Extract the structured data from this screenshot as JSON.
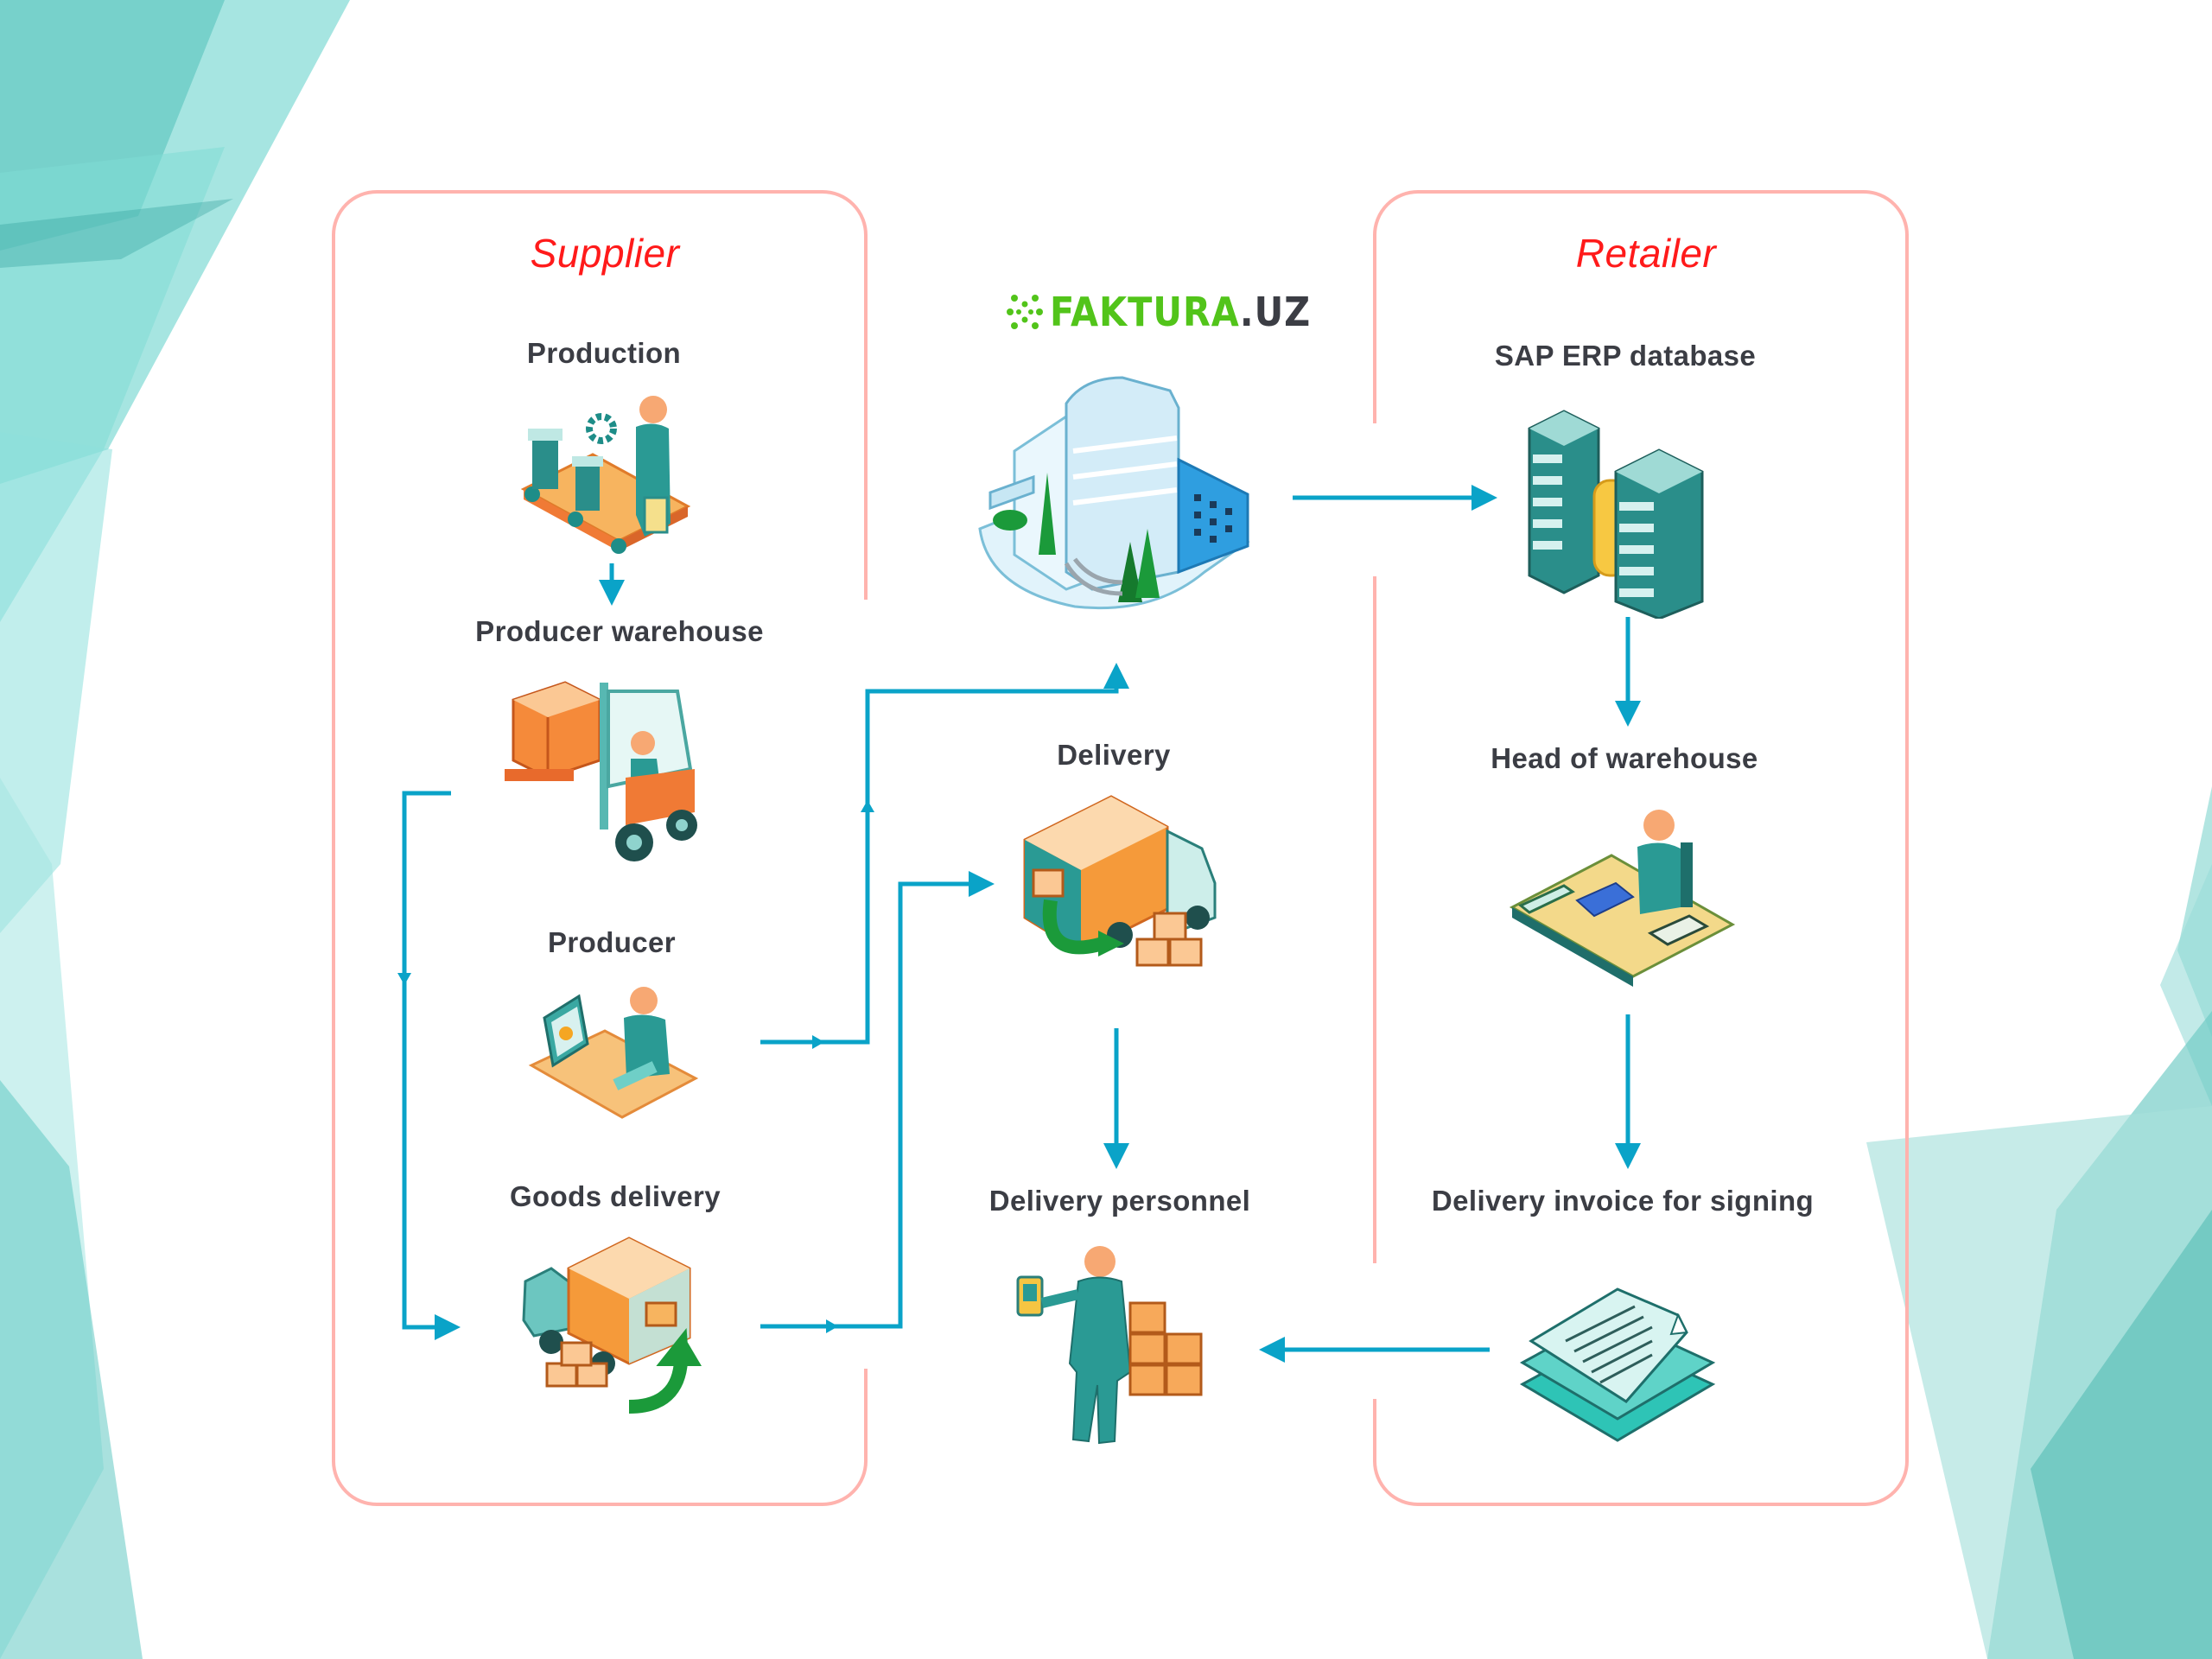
{
  "colors": {
    "panel_border": "#ffb3ae",
    "panel_title": "#ff1a1a",
    "label_text": "#3b3d44",
    "arrow": "#0aa3c8",
    "logo_green": "#52c41a",
    "logo_dark": "#3b3d44",
    "background_accent": "#5ccfc9"
  },
  "logo": {
    "brand": "FAKTURA",
    "suffix": ".UZ",
    "icon": "dot-cluster-icon"
  },
  "supplier": {
    "title": "Supplier",
    "steps": [
      {
        "label": "Production",
        "icon": "conveyor-worker-icon"
      },
      {
        "label": "Producer warehouse",
        "icon": "forklift-icon"
      },
      {
        "label": "Producer",
        "icon": "desk-computer-worker-icon"
      },
      {
        "label": "Goods delivery",
        "icon": "truck-loading-icon"
      }
    ]
  },
  "center": {
    "platform": {
      "label": "FAKTURA.UZ",
      "icon": "office-building-icon"
    },
    "steps": [
      {
        "label": "Delivery",
        "icon": "truck-unloading-icon"
      },
      {
        "label": "Delivery personnel",
        "icon": "courier-with-boxes-icon"
      }
    ]
  },
  "retailer": {
    "title": "Retailer",
    "steps": [
      {
        "label": "SAP ERP database",
        "icon": "server-database-icon"
      },
      {
        "label": "Head of warehouse",
        "icon": "desk-calculator-worker-icon"
      },
      {
        "label": "Delivery invoice for signing",
        "icon": "document-stack-icon"
      }
    ]
  },
  "flows": [
    {
      "from": "Production",
      "to": "Producer warehouse"
    },
    {
      "from": "Producer warehouse",
      "to": "Goods delivery"
    },
    {
      "from": "Producer",
      "to": "FAKTURA.UZ"
    },
    {
      "from": "Goods delivery",
      "to": "Delivery"
    },
    {
      "from": "FAKTURA.UZ",
      "to": "SAP ERP database"
    },
    {
      "from": "SAP ERP database",
      "to": "Head of warehouse"
    },
    {
      "from": "Head of warehouse",
      "to": "Delivery invoice for signing"
    },
    {
      "from": "Delivery",
      "to": "Delivery personnel"
    },
    {
      "from": "Delivery invoice for signing",
      "to": "Delivery personnel"
    }
  ]
}
